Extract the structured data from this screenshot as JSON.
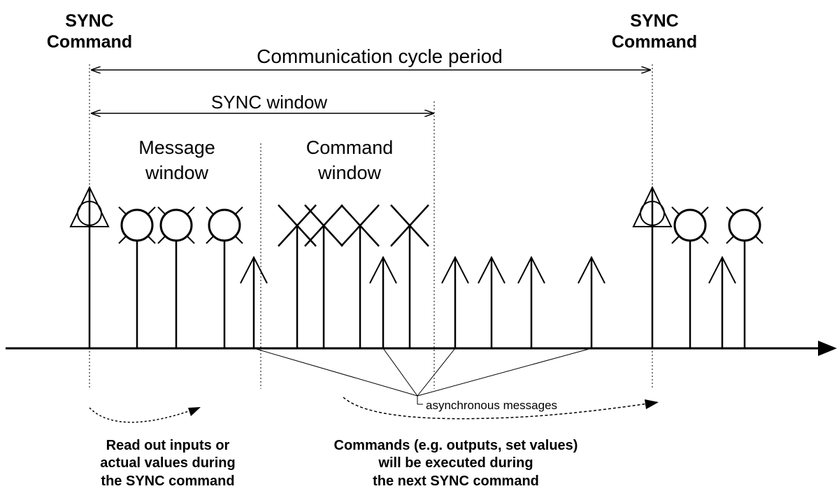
{
  "labels": {
    "sync_left_line1": "SYNC",
    "sync_left_line2": "Command",
    "sync_right_line1": "SYNC",
    "sync_right_line2": "Command",
    "cycle_period": "Communication cycle period",
    "sync_window": "SYNC  window",
    "message_window_line1": "Message",
    "message_window_line2": "window",
    "command_window_line1": "Command",
    "command_window_line2": "window",
    "async_messages": "asynchronous messages",
    "readout_line1": "Read out inputs or",
    "readout_line2": "actual values during",
    "readout_line3": "the SYNC command",
    "commands_line1": "Commands (e.g. outputs, set values)",
    "commands_line2": "will be executed during",
    "commands_line3": "the next SYNC command"
  },
  "colors": {
    "stroke": "#000000",
    "background": "#ffffff"
  },
  "icons": {
    "sync": "triangle-with-circle-icon",
    "response": "crossed-circle-icon",
    "command": "x-cross-icon",
    "async": "arrowhead-icon"
  }
}
